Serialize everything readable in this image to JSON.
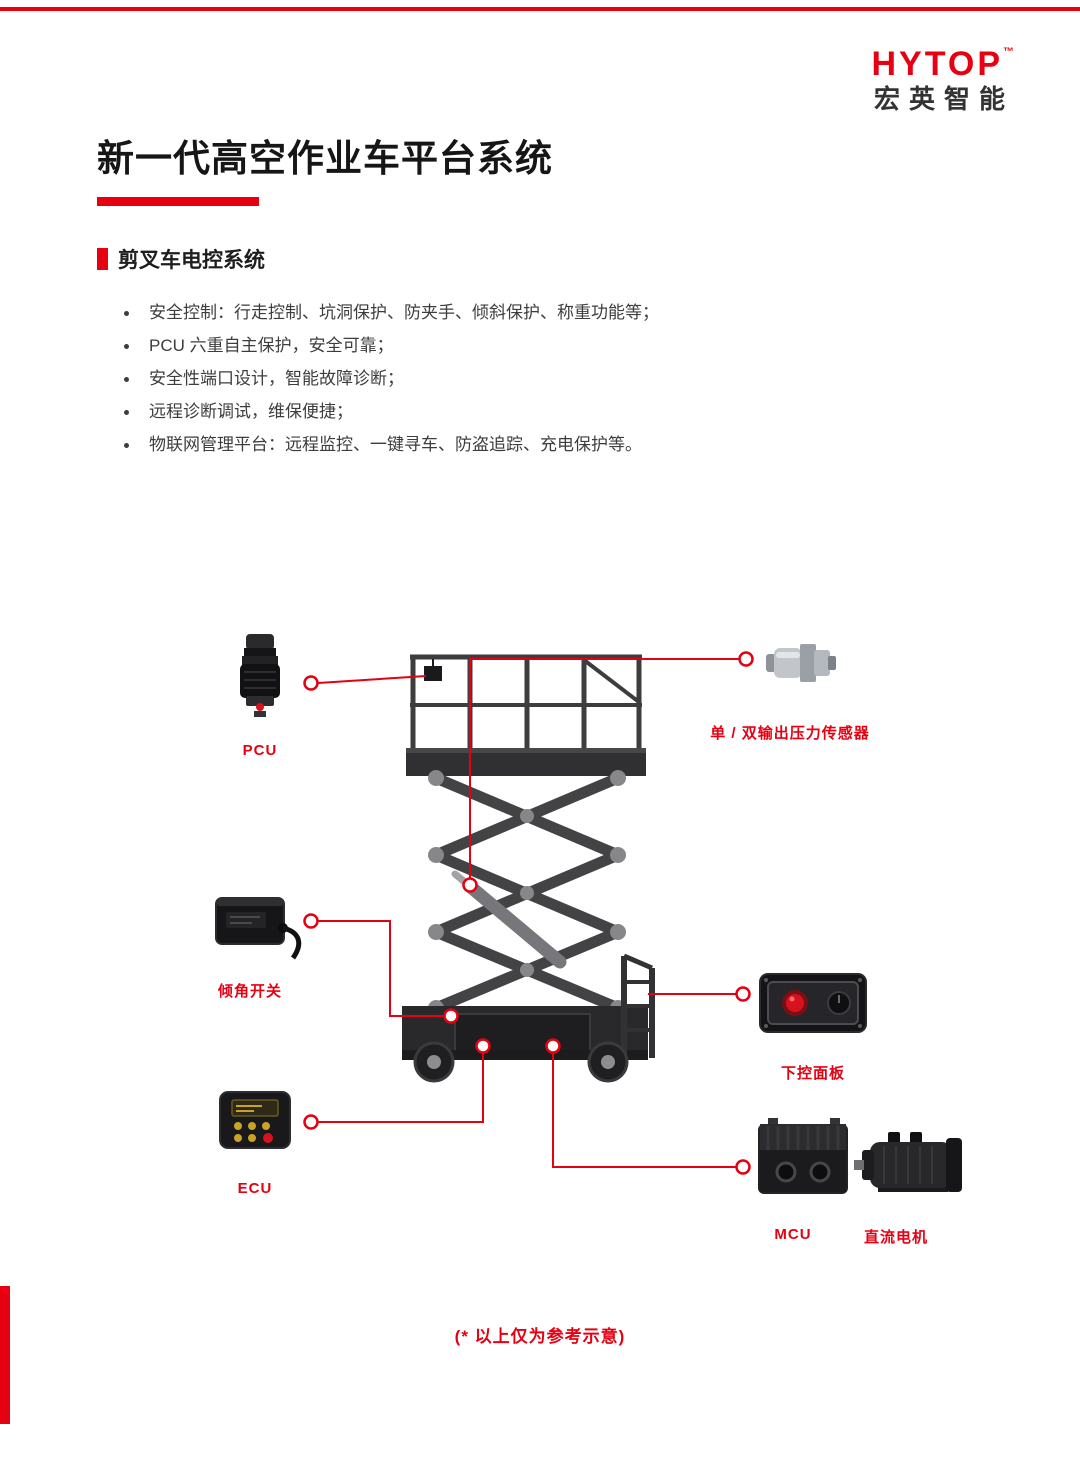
{
  "colors": {
    "accent": "#e60012"
  },
  "logo": {
    "brand": "HYTOP",
    "tm": "™",
    "subbrand": "宏英智能"
  },
  "title": "新一代高空作业车平台系统",
  "section": {
    "heading": "剪叉车电控系统"
  },
  "bullets": [
    "安全控制：行走控制、坑洞保护、防夹手、倾斜保护、称重功能等；",
    "PCU 六重自主保护，安全可靠；",
    "安全性端口设计，智能故障诊断；",
    "远程诊断调试，维保便捷；",
    "物联网管理平台：远程监控、一键寻车、防盗追踪、充电保护等。"
  ],
  "diagram": {
    "labels": {
      "pcu": "PCU",
      "pressure_sensor": "单 / 双输出压力传感器",
      "tilt_switch": "倾角开关",
      "lower_control_panel": "下控面板",
      "ecu": "ECU",
      "mcu": "MCU",
      "dc_motor": "直流电机"
    },
    "note": "(* 以上仅为参考示意)"
  }
}
